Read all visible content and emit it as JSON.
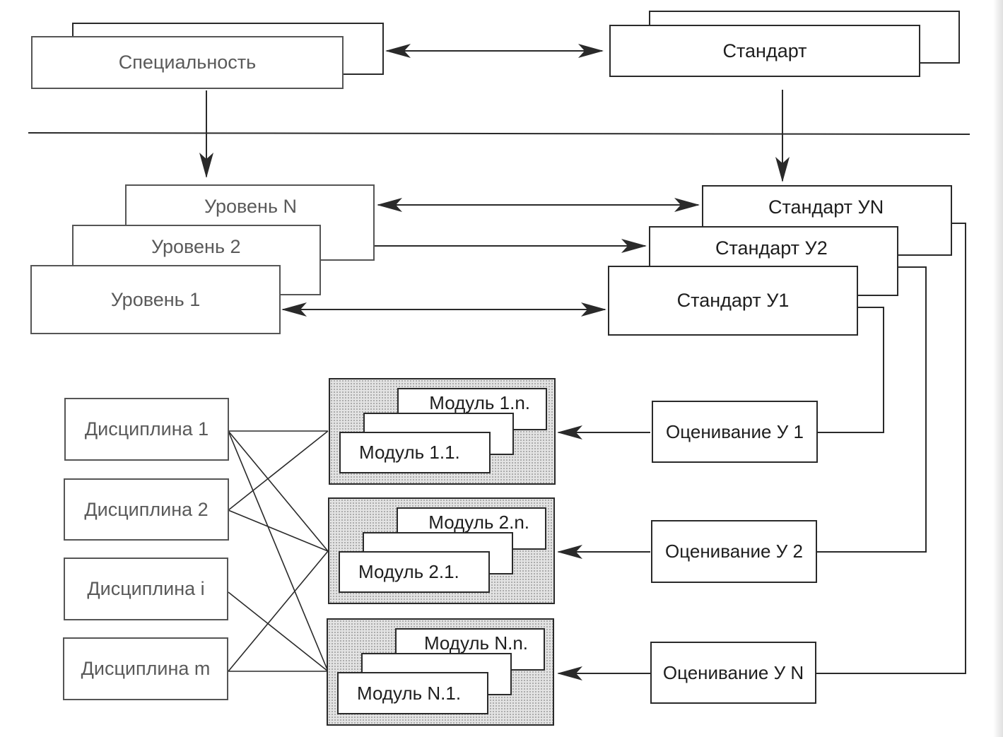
{
  "top": {
    "specialty": "Специальность",
    "standard": "Стандарт"
  },
  "levels": [
    "Уровень 1",
    "Уровень 2",
    "Уровень N"
  ],
  "standards": [
    "Стандарт У1",
    "Стандарт У2",
    "Стандарт УN"
  ],
  "disciplines": [
    "Дисциплина 1",
    "Дисциплина 2",
    "Дисциплина i",
    "Дисциплина m"
  ],
  "modules": {
    "g1": {
      "first": "Модуль 1.1.",
      "last": "Модуль 1.n."
    },
    "g2": {
      "first": "Модуль 2.1.",
      "last": "Модуль 2.n."
    },
    "gN": {
      "first": "Модуль N.1.",
      "last": "Модуль N.n."
    }
  },
  "assessments": [
    "Оценивание У 1",
    "Оценивание У 2",
    "Оценивание У N"
  ],
  "colors": {
    "line": "#2a2a2a",
    "module_fill": "#e3e3e3"
  }
}
